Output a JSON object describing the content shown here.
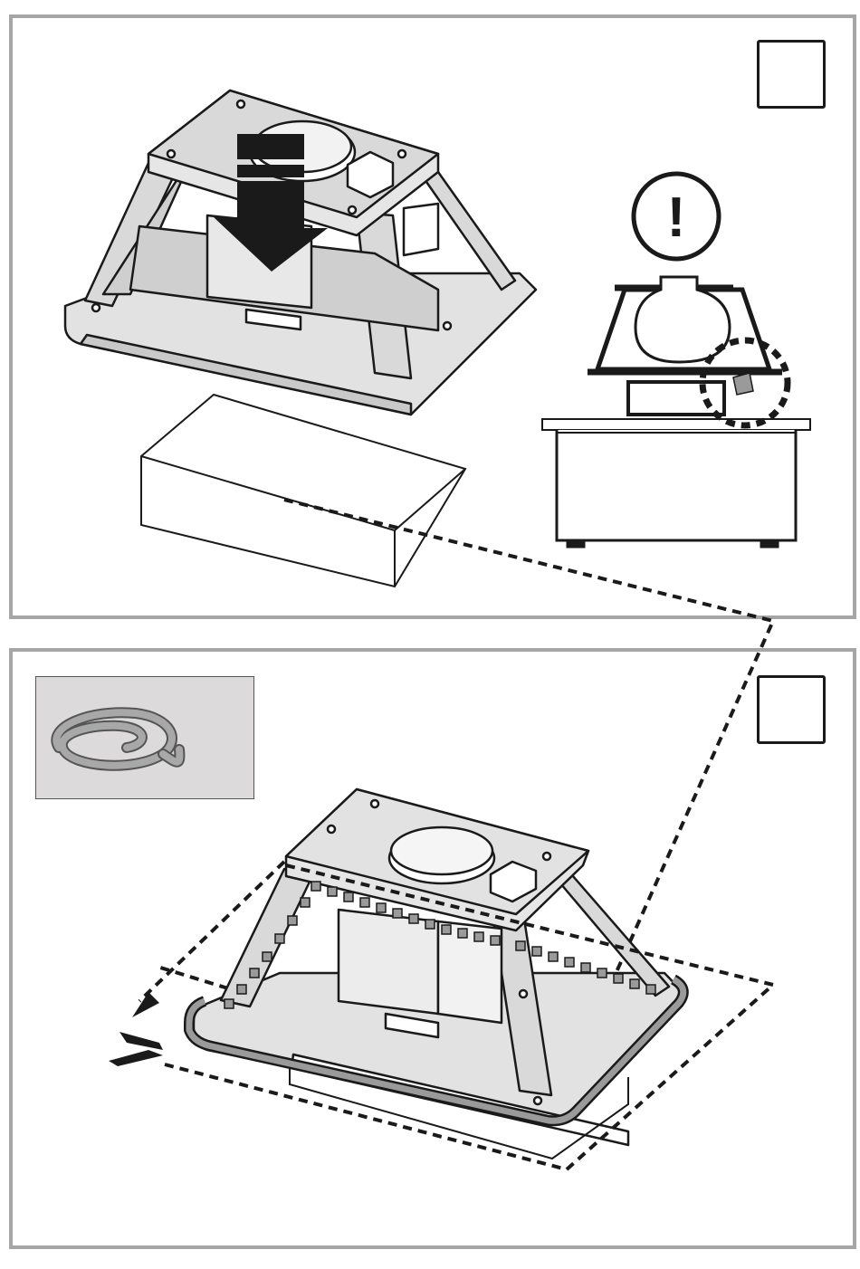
{
  "panels": [
    {
      "id": "top",
      "step_label": "",
      "warning_symbol": "!",
      "icons": [
        "hood-frame",
        "down-arrow-icon",
        "support-box",
        "warning-icon",
        "hood-on-counter-illustration"
      ]
    },
    {
      "id": "bottom",
      "step_label": "",
      "icons": [
        "gasket-roll-icon",
        "hood-frame",
        "gasket-outline",
        "scissors-icon"
      ]
    }
  ],
  "colors": {
    "panel_border": "#a6a6a6",
    "line": "#1a1a1a",
    "fill_light": "#d9d9d9",
    "inset_bg": "#dcdada",
    "gasket": "#9a9a9a"
  }
}
